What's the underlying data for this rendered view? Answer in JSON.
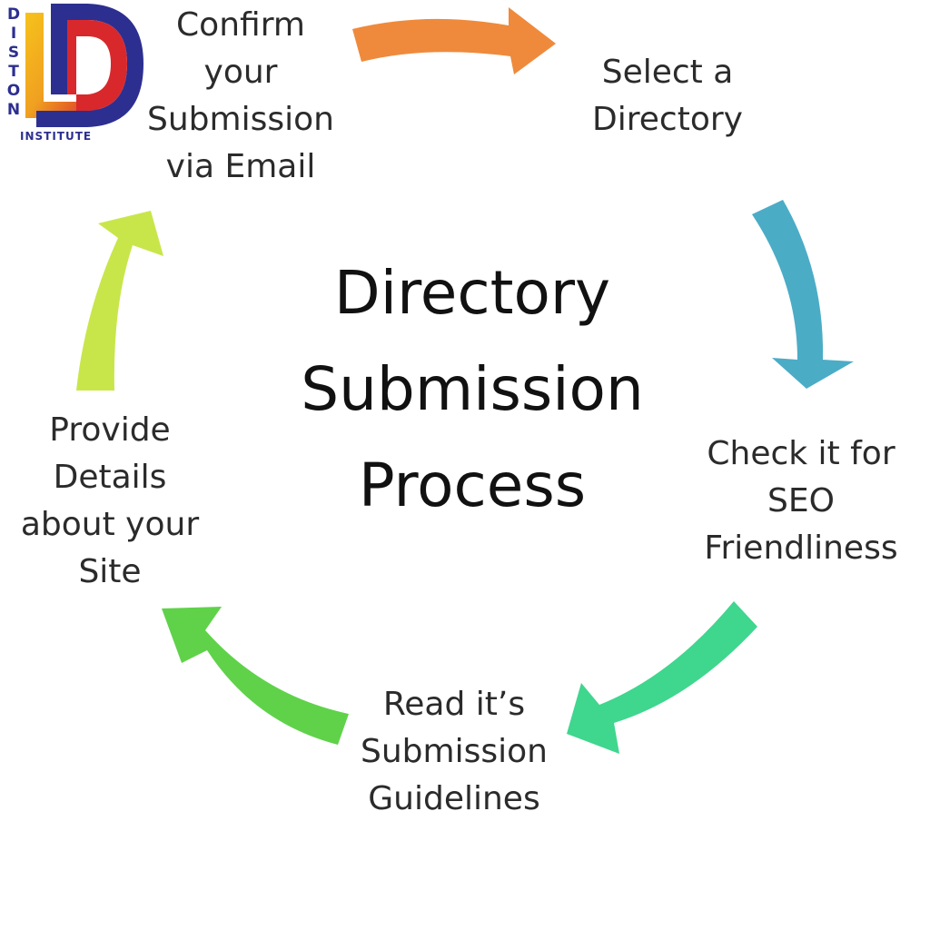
{
  "title": [
    "Directory",
    "Submission",
    "Process"
  ],
  "steps": [
    {
      "lines": [
        "Select a",
        "Directory"
      ],
      "arrow_color": "#ef8a3c"
    },
    {
      "lines": [
        "Check it for",
        "SEO",
        "Friendliness"
      ],
      "arrow_color": "#4bacc6"
    },
    {
      "lines": [
        "Read it’s",
        "Submission",
        "Guidelines"
      ],
      "arrow_color": "#3fd68e"
    },
    {
      "lines": [
        "Provide",
        "Details",
        "about your",
        "Site"
      ],
      "arrow_color": "#5fd24a"
    },
    {
      "lines": [
        "Confirm",
        "your",
        "Submission",
        "via Email"
      ],
      "arrow_color": "#c8e64a"
    }
  ],
  "logo": {
    "letters": [
      "D",
      "I",
      "S",
      "T",
      "O",
      "N"
    ],
    "caption": "INSTITUTE",
    "colors": {
      "blue": "#2c2f8f",
      "orange": "#f0a020",
      "red": "#d8282c"
    }
  }
}
